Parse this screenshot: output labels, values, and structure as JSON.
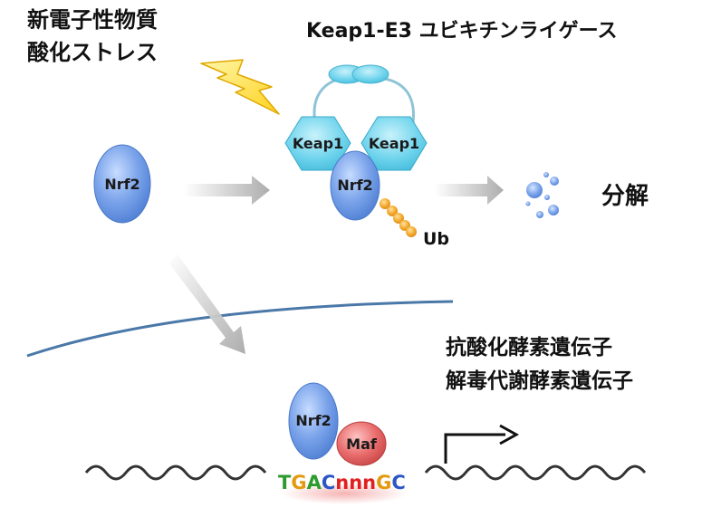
{
  "stress_label": {
    "line1": "新電子性物質",
    "line2": "酸化ストレス"
  },
  "ligase_title": "Keap1-E3 ユビキチンライゲース",
  "keap1_left": "Keap1",
  "keap1_right": "Keap1",
  "nrf2_free": "Nrf2",
  "nrf2_bound": "Nrf2",
  "ub_label": "Ub",
  "degradation_label": "分解",
  "gene_label": {
    "line1": "抗酸化酵素遺伝子",
    "line2": "解毒代謝酵素遺伝子"
  },
  "nrf2_nuclear": "Nrf2",
  "maf_label": "Maf",
  "are_sequence": [
    {
      "char": "T",
      "color": "#2e9b2e"
    },
    {
      "char": "G",
      "color": "#e39a10"
    },
    {
      "char": "A",
      "color": "#2e9b2e"
    },
    {
      "char": "C",
      "color": "#2a56c6"
    },
    {
      "char": "n",
      "color": "#e02020"
    },
    {
      "char": "n",
      "color": "#e02020"
    },
    {
      "char": "n",
      "color": "#e02020"
    },
    {
      "char": "G",
      "color": "#e39a10"
    },
    {
      "char": "C",
      "color": "#2a56c6"
    }
  ],
  "colors": {
    "nrf2_blue": "#6f9be6",
    "keap1_cyan": "#66d0ea",
    "maf_red": "#e86a6a",
    "ub_orange": "#f0a020",
    "membrane_blue": "#4a78a8",
    "lightning_yellow": "#ffe34a"
  }
}
